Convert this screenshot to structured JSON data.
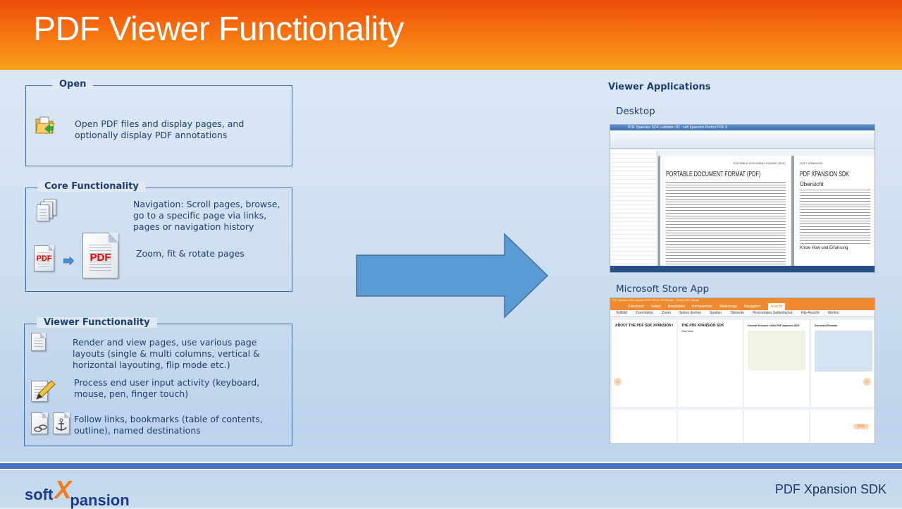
{
  "title": "PDF Viewer Functionality",
  "sections": {
    "open": {
      "label": "Open",
      "text": "Open PDF files and display pages, and optionally display PDF annotations"
    },
    "core": {
      "label": "Core Functionality",
      "navigation": "Navigation: Scroll pages, browse, go to a specific page via links, pages or navigation history",
      "zoom": "Zoom, fit & rotate pages",
      "pdf_icon_text": "PDF"
    },
    "viewer": {
      "label": "Viewer Functionality",
      "render": "Render and view pages, use various page layouts (single & multi columns, vertical & horizontal layouting, flip mode etc.)",
      "input": "Process end user input activity (keyboard, mouse, pen, finger touch)",
      "links": "Follow links, bookmarks (table of contents, outline), named destinations"
    }
  },
  "viewer_apps": {
    "heading": "Viewer Applications",
    "desktop": {
      "label": "Desktop",
      "window_title": "PDF Xpansion SDK Leitfaden 3D - soft Xpansion Perfect PDF 9",
      "page1_header": "PORTABLE DOCUMENT FORMAT (PDF)",
      "page1_title": "PORTABLE DOCUMENT FORMAT (PDF)",
      "page2_header": "SOFT XPANSION",
      "page2_title": "PDF XPANSION SDK",
      "page2_subtitle": "Übersicht",
      "page2_subtitle2": "Know How und Erfahrung"
    },
    "store": {
      "label": "Microsoft Store App",
      "window_title": "PDF Xpansion SDK: powerful PDF, PDF/A, XPS Reader - Perfect PDF Ultimate",
      "tabs": [
        "Dokument",
        "Seiten",
        "Bearbeiten",
        "Kommentare",
        "Werkzeuge",
        "Navigation",
        "Ansicht"
      ],
      "active_tab": "Ansicht",
      "tools": [
        "Vollbild",
        "Zoomfaktor",
        "Zoom",
        "Seiten drehen",
        "Spalten",
        "Titelseite",
        "Horizontales Seitenlayout",
        "Flip-Ansicht",
        "Werfen"
      ],
      "page_titles": [
        "ABOUT THE PDF SDK XPANSION GUIDE",
        "THE PDF XPANSION SDK",
        "General Structure of the PDF Xpansion SDK",
        "Document Formats"
      ],
      "page2_subtitle": "Overview",
      "zoom": "50%"
    }
  },
  "footer": {
    "logo_soft": "soft",
    "logo_x": "X",
    "logo_pansion": "pansion",
    "product": "PDF Xpansion SDK"
  },
  "colors": {
    "header": "#f5700f",
    "accent_bar": "#4472c4",
    "arrow": "#5b9bd5",
    "text": "#1f3f6e",
    "store_orange": "#f08a30"
  }
}
